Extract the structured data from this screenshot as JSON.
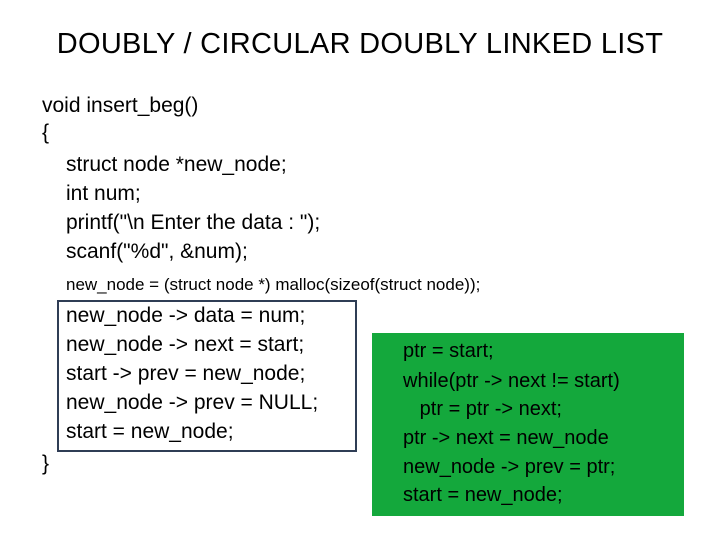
{
  "slide": {
    "title": "DOUBLY / CIRCULAR DOUBLY LINKED LIST",
    "code_lines": [
      "void insert_beg()",
      "{",
      "struct node *new_node;",
      "int num;",
      "printf(\"\\n Enter the data : \");",
      "scanf(\"%d\", &num);",
      "new_node = (struct node *) malloc(sizeof(struct node));",
      "new_node -> data = num;",
      "new_node -> next = start;",
      "start -> prev = new_node;",
      "new_node -> prev = NULL;",
      "start = new_node;",
      "}"
    ],
    "circular_lines": [
      "ptr = start;",
      "while(ptr -> next != start)",
      "   ptr = ptr -> next;",
      "ptr -> next = new_node",
      "new_node -> prev = ptr;",
      "start = new_node;"
    ],
    "colors": {
      "box_border": "#2f3d55",
      "circular_background": "#14a83c"
    }
  }
}
